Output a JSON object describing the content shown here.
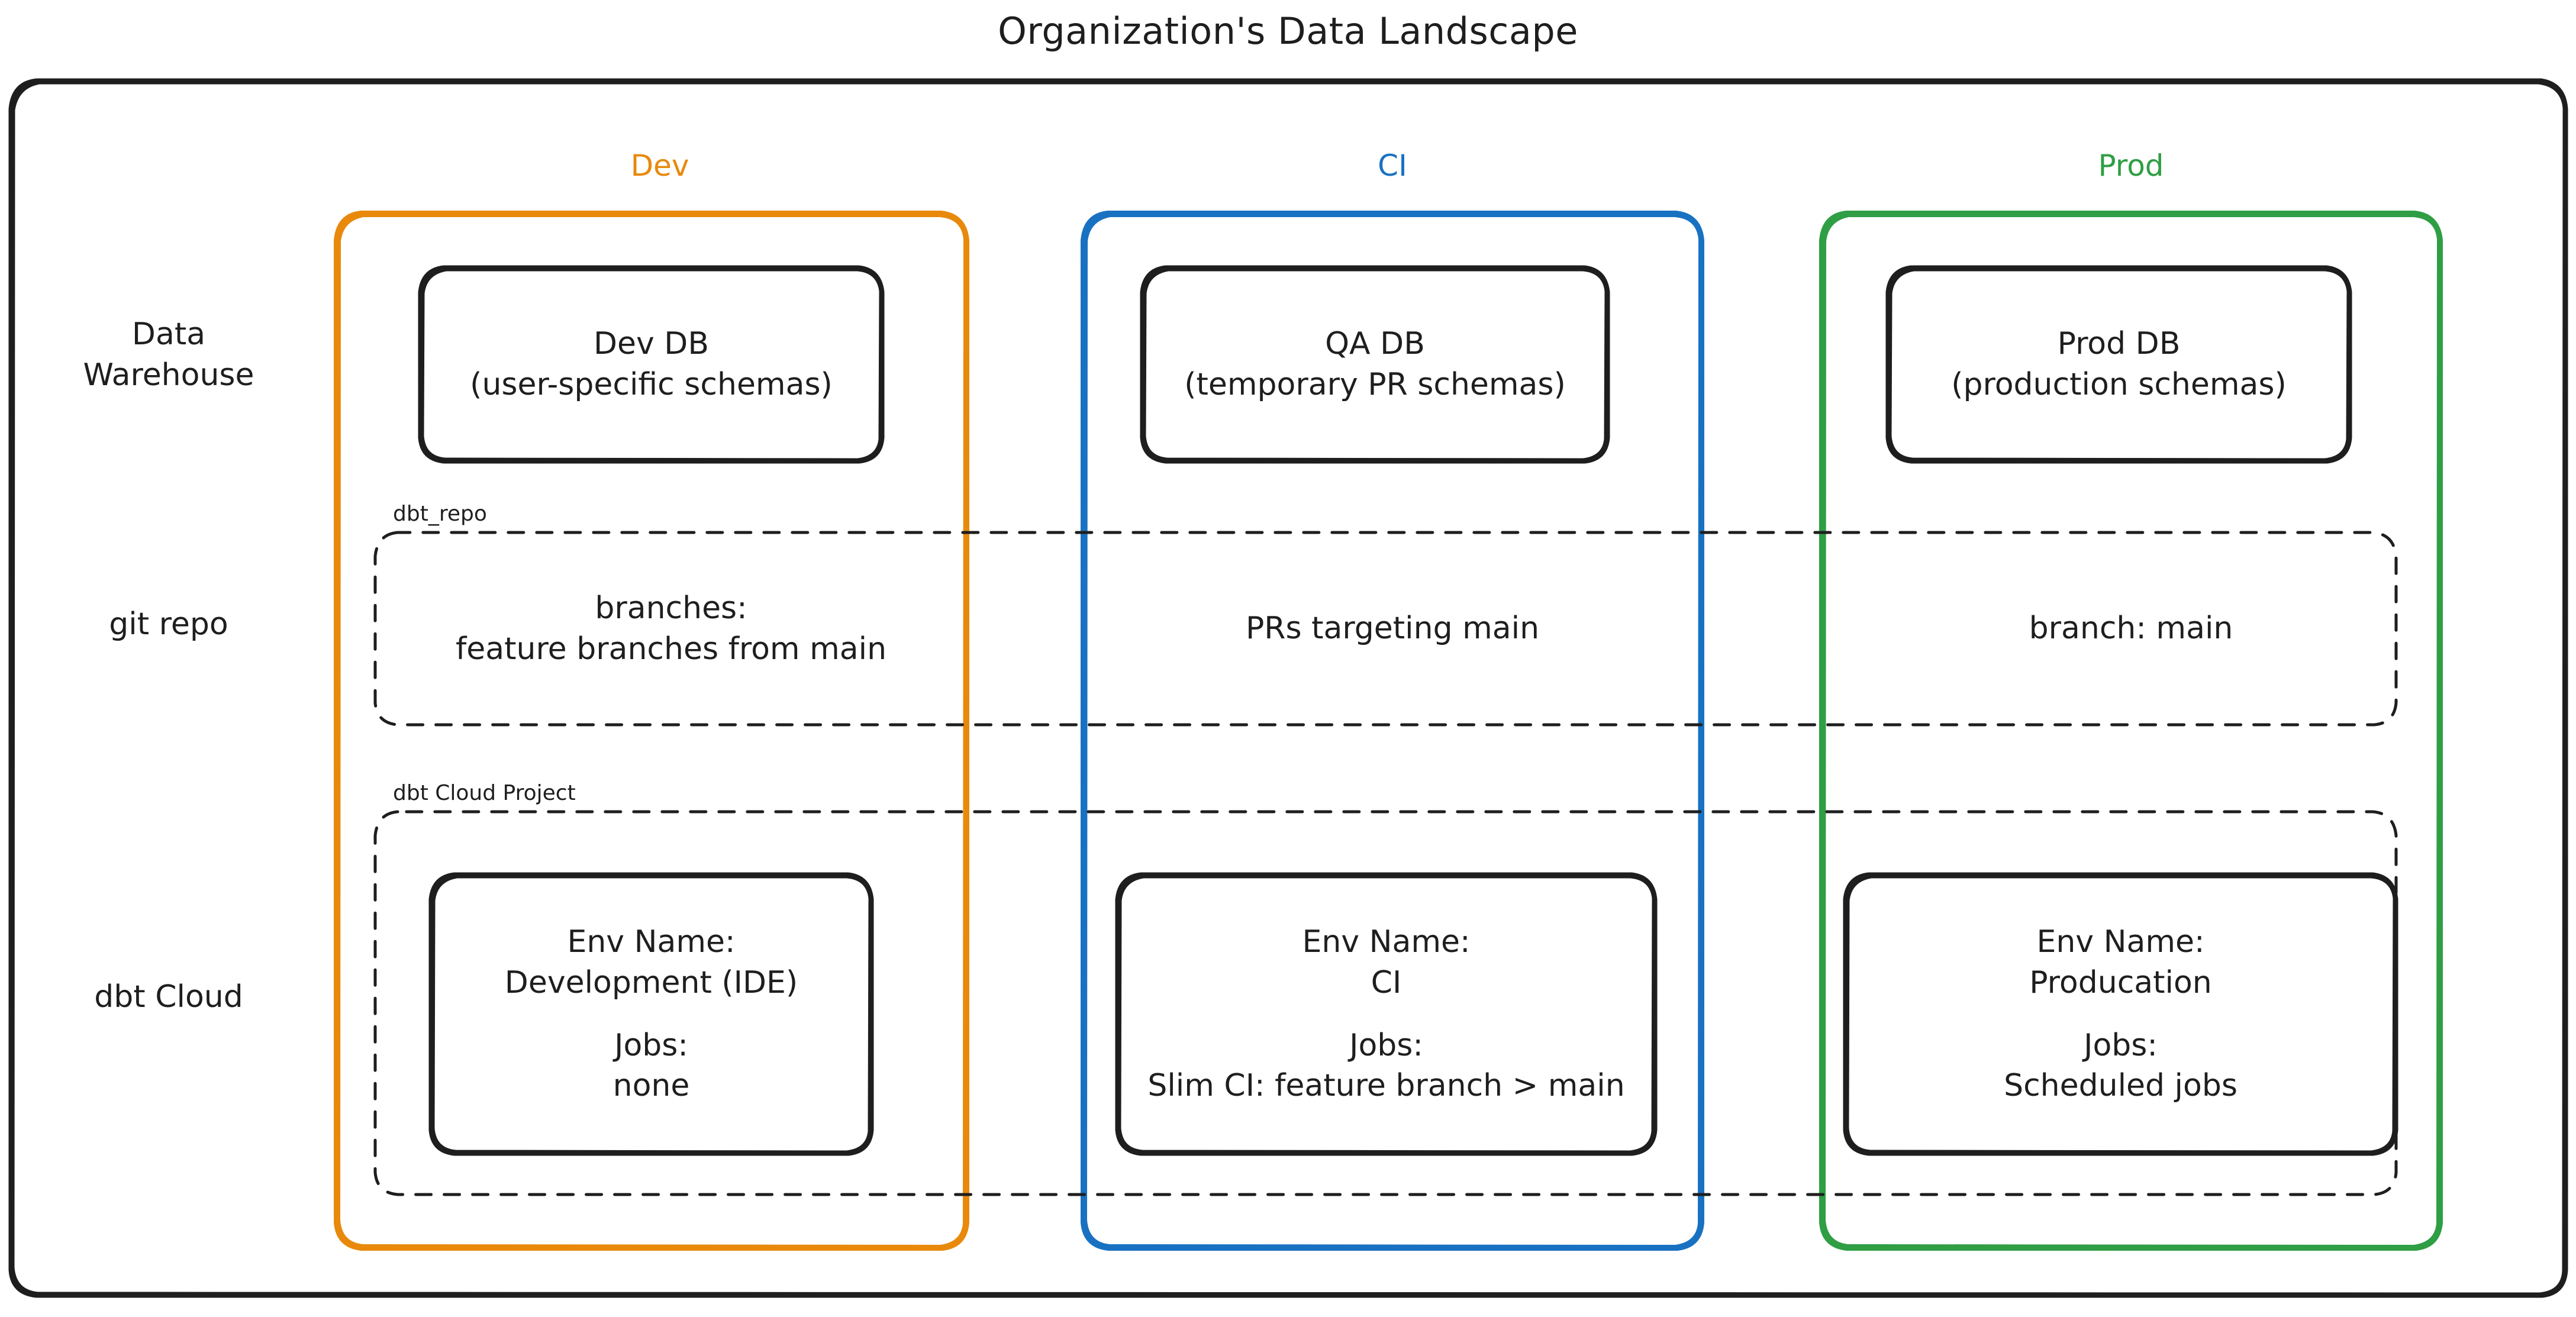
{
  "title": "Organization's Data Landscape",
  "colors": {
    "stroke": "#1e1e1e",
    "background": "#ffffff",
    "dev": "#e8890c",
    "ci": "#1971c2",
    "prod": "#2f9e44",
    "dashed": "#1e1e1e"
  },
  "environments": [
    {
      "key": "dev",
      "label": "Dev",
      "color": "#e8890c"
    },
    {
      "key": "ci",
      "label": "CI",
      "color": "#1971c2"
    },
    {
      "key": "prod",
      "label": "Prod",
      "color": "#2f9e44"
    }
  ],
  "rows": [
    {
      "key": "data-warehouse",
      "label_line1": "Data",
      "label_line2": "Warehouse"
    },
    {
      "key": "git-repo",
      "label_line1": "git repo",
      "label_line2": ""
    },
    {
      "key": "dbt-cloud",
      "label_line1": "dbt Cloud",
      "label_line2": ""
    }
  ],
  "groups": [
    {
      "key": "dbt-repo",
      "label": "dbt_repo"
    },
    {
      "key": "dbt-cloud-project",
      "label": "dbt Cloud Project"
    }
  ],
  "nodes": {
    "warehouse": [
      {
        "key": "dev-db",
        "line1": "Dev DB",
        "line2": "(user-specific schemas)"
      },
      {
        "key": "qa-db",
        "line1": "QA DB",
        "line2": "(temporary PR schemas)"
      },
      {
        "key": "prod-db",
        "line1": "Prod DB",
        "line2": "(production schemas)"
      }
    ],
    "git": [
      {
        "key": "dev-branches",
        "line1": "branches:",
        "line2": "feature branches from main"
      },
      {
        "key": "ci-prs",
        "line1": "PRs targeting main",
        "line2": ""
      },
      {
        "key": "prod-branch",
        "line1": "branch: main",
        "line2": ""
      }
    ],
    "dbtcloud": [
      {
        "key": "dev-env",
        "env_name_label": "Env Name:",
        "env_name_value": "Development (IDE)",
        "jobs_label": "Jobs:",
        "jobs_value": "none"
      },
      {
        "key": "ci-env",
        "env_name_label": "Env Name:",
        "env_name_value": "CI",
        "jobs_label": "Jobs:",
        "jobs_value": "Slim CI: feature branch > main"
      },
      {
        "key": "prod-env",
        "env_name_label": "Env Name:",
        "env_name_value": "Producation",
        "jobs_label": "Jobs:",
        "jobs_value": "Scheduled jobs"
      }
    ]
  }
}
